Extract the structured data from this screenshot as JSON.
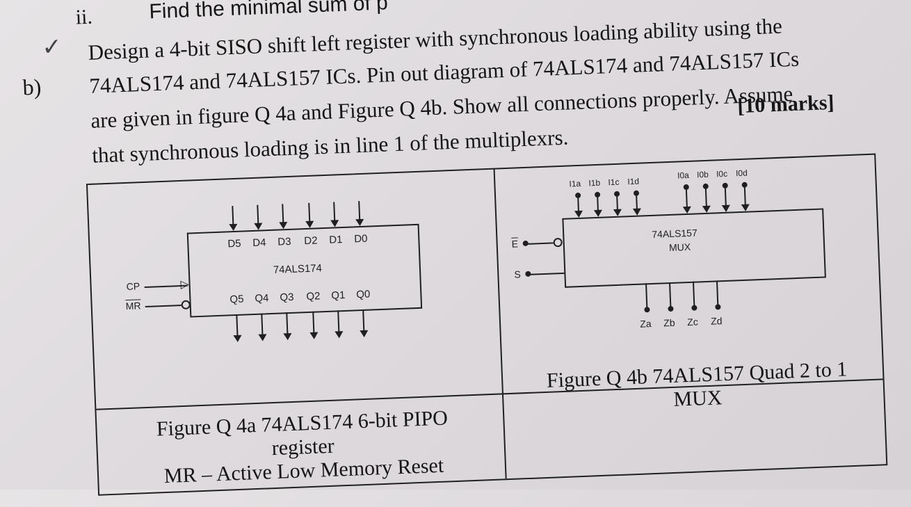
{
  "header": {
    "question_number": "ii.",
    "question_partial": "Find the minimal sum of p"
  },
  "part_b": {
    "label": "b)",
    "lines": [
      "Design a 4-bit SISO shift left register with synchronous loading ability using the",
      "74ALS174 and 74ALS157 ICs. Pin out diagram of 74ALS174 and 74ALS157 ICs",
      "are given in figure Q 4a and Figure Q 4b. Show all connections properly. Assume",
      "that synchronous loading is in line 1 of the multiplexrs."
    ],
    "marks": "[10 marks]"
  },
  "figure_a": {
    "chip_name": "74ALS174",
    "inputs": [
      "D5",
      "D4",
      "D3",
      "D2",
      "D1",
      "D0"
    ],
    "outputs": [
      "Q5",
      "Q4",
      "Q3",
      "Q2",
      "Q1",
      "Q0"
    ],
    "cp_label": "CP",
    "mr_label": "MR",
    "caption_line1": "Figure Q 4a 74ALS174 6-bit PIPO",
    "caption_line2": "register",
    "caption_line3": "MR – Active Low Memory Reset"
  },
  "figure_b": {
    "chip_name_line1": "74ALS157",
    "chip_name_line2": "MUX",
    "inputs_1": [
      "I1a",
      "I1b",
      "I1c",
      "I1d"
    ],
    "inputs_0": [
      "I0a",
      "I0b",
      "I0c",
      "I0d"
    ],
    "outputs": [
      "Za",
      "Zb",
      "Zc",
      "Zd"
    ],
    "e_label": "E",
    "s_label": "S",
    "caption_line1": "Figure Q 4b 74ALS157 Quad 2 to 1",
    "caption_line2": "MUX"
  }
}
